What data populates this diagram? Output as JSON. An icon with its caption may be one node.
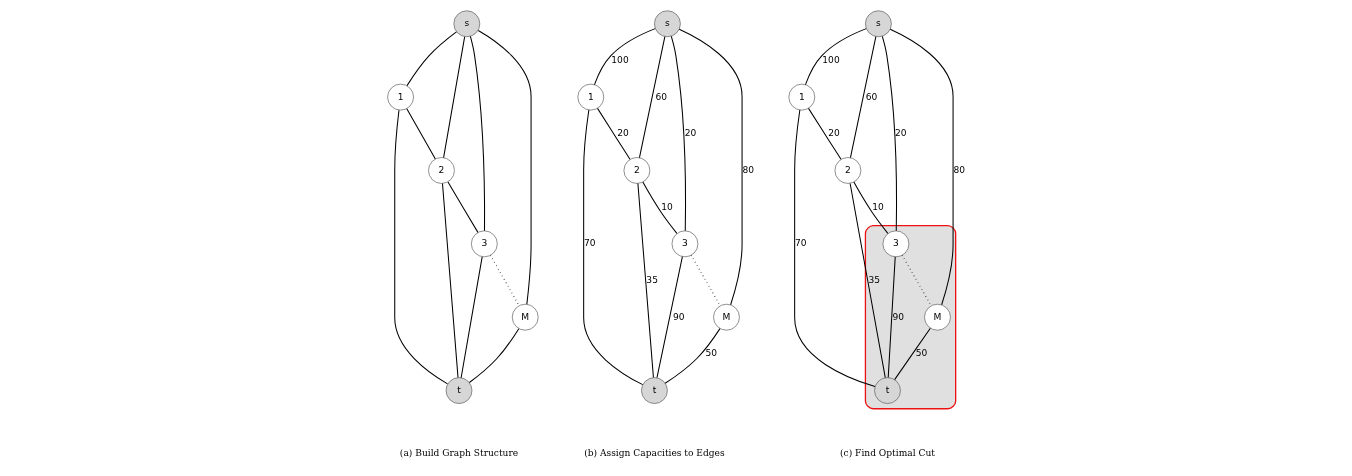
{
  "diagram": {
    "nodes": [
      {
        "text": [
          "s"
        ]
      },
      {
        "text": [
          "1"
        ]
      },
      {
        "text": [
          "2"
        ]
      },
      {
        "text": [
          "3"
        ]
      },
      {
        "text": [
          "M"
        ]
      },
      {
        "text": [
          "t"
        ]
      },
      {
        "text": [
          "s"
        ]
      },
      {
        "text": [
          "1"
        ]
      },
      {
        "text": [
          "2"
        ]
      },
      {
        "text": [
          "3"
        ]
      },
      {
        "text": [
          "M"
        ]
      },
      {
        "text": [
          "t"
        ]
      },
      {
        "text": [
          "s"
        ]
      },
      {
        "text": [
          "1"
        ]
      },
      {
        "text": [
          "2"
        ]
      },
      {
        "text": [],
        "shape": "ellipse"
      },
      {
        "text": [
          "3"
        ],
        "in": 15
      },
      {
        "text": [
          "M"
        ],
        "in": 15
      },
      {
        "text": [
          "t"
        ],
        "in": 15
      }
    ],
    "edges": [
      {
        "from": 0,
        "to": 1,
        "arrow": "none"
      },
      {
        "from": 0,
        "to": 2,
        "arrow": "none"
      },
      {
        "from": 0,
        "to": 3,
        "arrow": "none"
      },
      {
        "from": 0,
        "to": 4,
        "arrow": "none"
      },
      {
        "from": 1,
        "to": 2,
        "arrow": "none"
      },
      {
        "from": 2,
        "to": 3,
        "arrow": "none"
      },
      {
        "from": 3,
        "to": 4,
        "arrow": "none",
        "style": "dashed"
      },
      {
        "from": 1,
        "to": 5,
        "arrow": "none"
      },
      {
        "from": 2,
        "to": 5,
        "arrow": "none"
      },
      {
        "from": 3,
        "to": 5,
        "arrow": "none"
      },
      {
        "from": 4,
        "to": 5,
        "arrow": "none"
      },
      {
        "from": 6,
        "to": 7,
        "arrow": "none",
        "label": "100"
      },
      {
        "from": 6,
        "to": 8,
        "arrow": "none",
        "label": "60"
      },
      {
        "from": 6,
        "to": 9,
        "arrow": "none",
        "label": "20"
      },
      {
        "from": 6,
        "to": 10,
        "arrow": "none",
        "label": "80"
      },
      {
        "from": 7,
        "to": 8,
        "arrow": "none",
        "label": "20"
      },
      {
        "from": 8,
        "to": 9,
        "arrow": "none",
        "label": "10"
      },
      {
        "from": 9,
        "to": 10,
        "arrow": "none",
        "style": "dashed"
      },
      {
        "from": 7,
        "to": 11,
        "arrow": "none",
        "label": "70"
      },
      {
        "from": 8,
        "to": 11,
        "arrow": "none",
        "label": "35"
      },
      {
        "from": 9,
        "to": 11,
        "arrow": "none",
        "label": "90"
      },
      {
        "from": 10,
        "to": 11,
        "arrow": "none",
        "label": "50"
      },
      {
        "from": 12,
        "to": 13,
        "arrow": "none",
        "label": "100"
      },
      {
        "from": 12,
        "to": 14,
        "arrow": "none",
        "label": "60"
      },
      {
        "from": 12,
        "to": 16,
        "arrow": "none",
        "label": "20"
      },
      {
        "from": 12,
        "to": 17,
        "arrow": "none",
        "label": "80"
      },
      {
        "from": 13,
        "to": 14,
        "arrow": "none",
        "label": "20"
      },
      {
        "from": 14,
        "to": 16,
        "arrow": "none",
        "label": "10"
      },
      {
        "from": 16,
        "to": 17,
        "arrow": "none",
        "style": "dashed"
      },
      {
        "from": 13,
        "to": 18,
        "arrow": "none",
        "label": "70"
      },
      {
        "from": 14,
        "to": 18,
        "arrow": "none",
        "label": "35"
      },
      {
        "from": 16,
        "to": 18,
        "arrow": "none",
        "label": "90"
      },
      {
        "from": 17,
        "to": 18,
        "arrow": "none",
        "label": "50"
      }
    ],
    "labels": [
      "(a) Build Graph Structure",
      "(b) Assign Capacities to Edges",
      "(c) Find Optimal Cut"
    ]
  }
}
